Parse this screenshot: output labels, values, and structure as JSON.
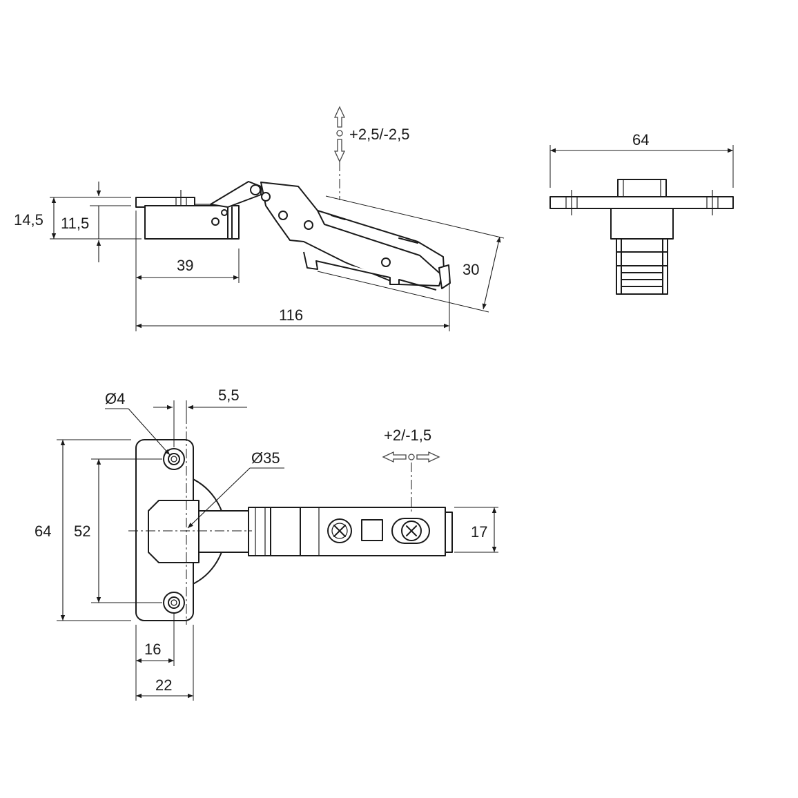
{
  "dimensions": {
    "side_view": {
      "adjust_vertical": "+2,5/-2,5",
      "height_outer": "14,5",
      "height_inner": "11,5",
      "cup_length": "39",
      "total_length": "116",
      "arm_height": "30"
    },
    "end_view": {
      "plate_width": "64"
    },
    "top_view": {
      "hole_diameter": "Ø4",
      "hole_offset": "5,5",
      "cup_diameter": "Ø35",
      "adjust_horizontal": "+2/-1,5",
      "plate_height": "64",
      "hole_spacing": "52",
      "arm_width": "17",
      "hole_to_edge": "16",
      "plate_depth": "22"
    }
  },
  "colors": {
    "line": "#1a1a1a",
    "background": "#ffffff"
  },
  "icons": [
    "double-arrow-vertical-icon",
    "double-arrow-horizontal-icon",
    "phillips-screw-icon",
    "cam-screw-icon"
  ]
}
